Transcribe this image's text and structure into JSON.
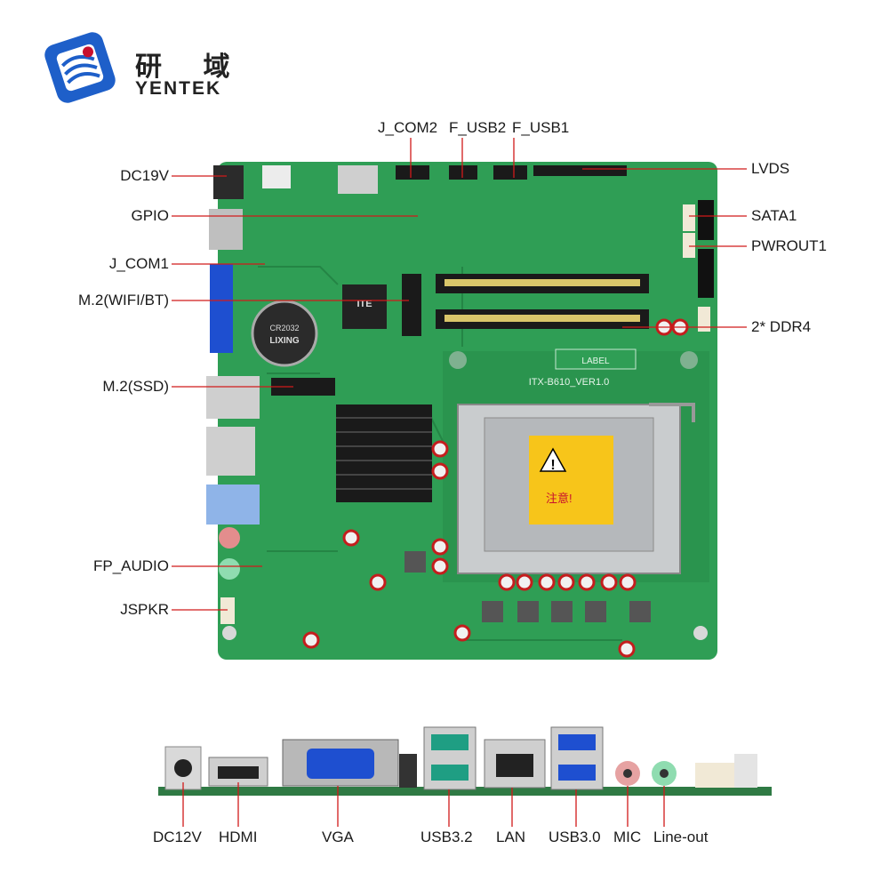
{
  "brand": {
    "cn": "研 域",
    "en": "YENTEK",
    "logo_colors": {
      "primary": "#1e5fc9",
      "accent": "#c8102e"
    }
  },
  "callouts_top": [
    "J_COM2",
    "F_USB2",
    "F_USB1"
  ],
  "callouts_left": [
    "DC19V",
    "GPIO",
    "J_COM1",
    "M.2(WIFI/BT)",
    "M.2(SSD)",
    "FP_AUDIO",
    "JSPKR"
  ],
  "callouts_right": [
    "LVDS",
    "SATA1",
    "PWROUT1",
    "2* DDR4"
  ],
  "io_labels": [
    "DC12V",
    "HDMI",
    "VGA",
    "USB3.2",
    "LAN",
    "USB3.0",
    "MIC",
    "Line-out"
  ],
  "board": {
    "silk_model": "ITX-B610_VER1.0",
    "label_text": "LABEL",
    "cpu_warning": "注意!",
    "chip_text": "ITE",
    "battery_text": "CR2032",
    "battery_brand": "LIXING",
    "colors": {
      "pcb": "#2f9e55",
      "pcb_dark": "#1f7a3f",
      "heatsink": "#1a1a1a",
      "warning": "#f7c51a"
    }
  }
}
